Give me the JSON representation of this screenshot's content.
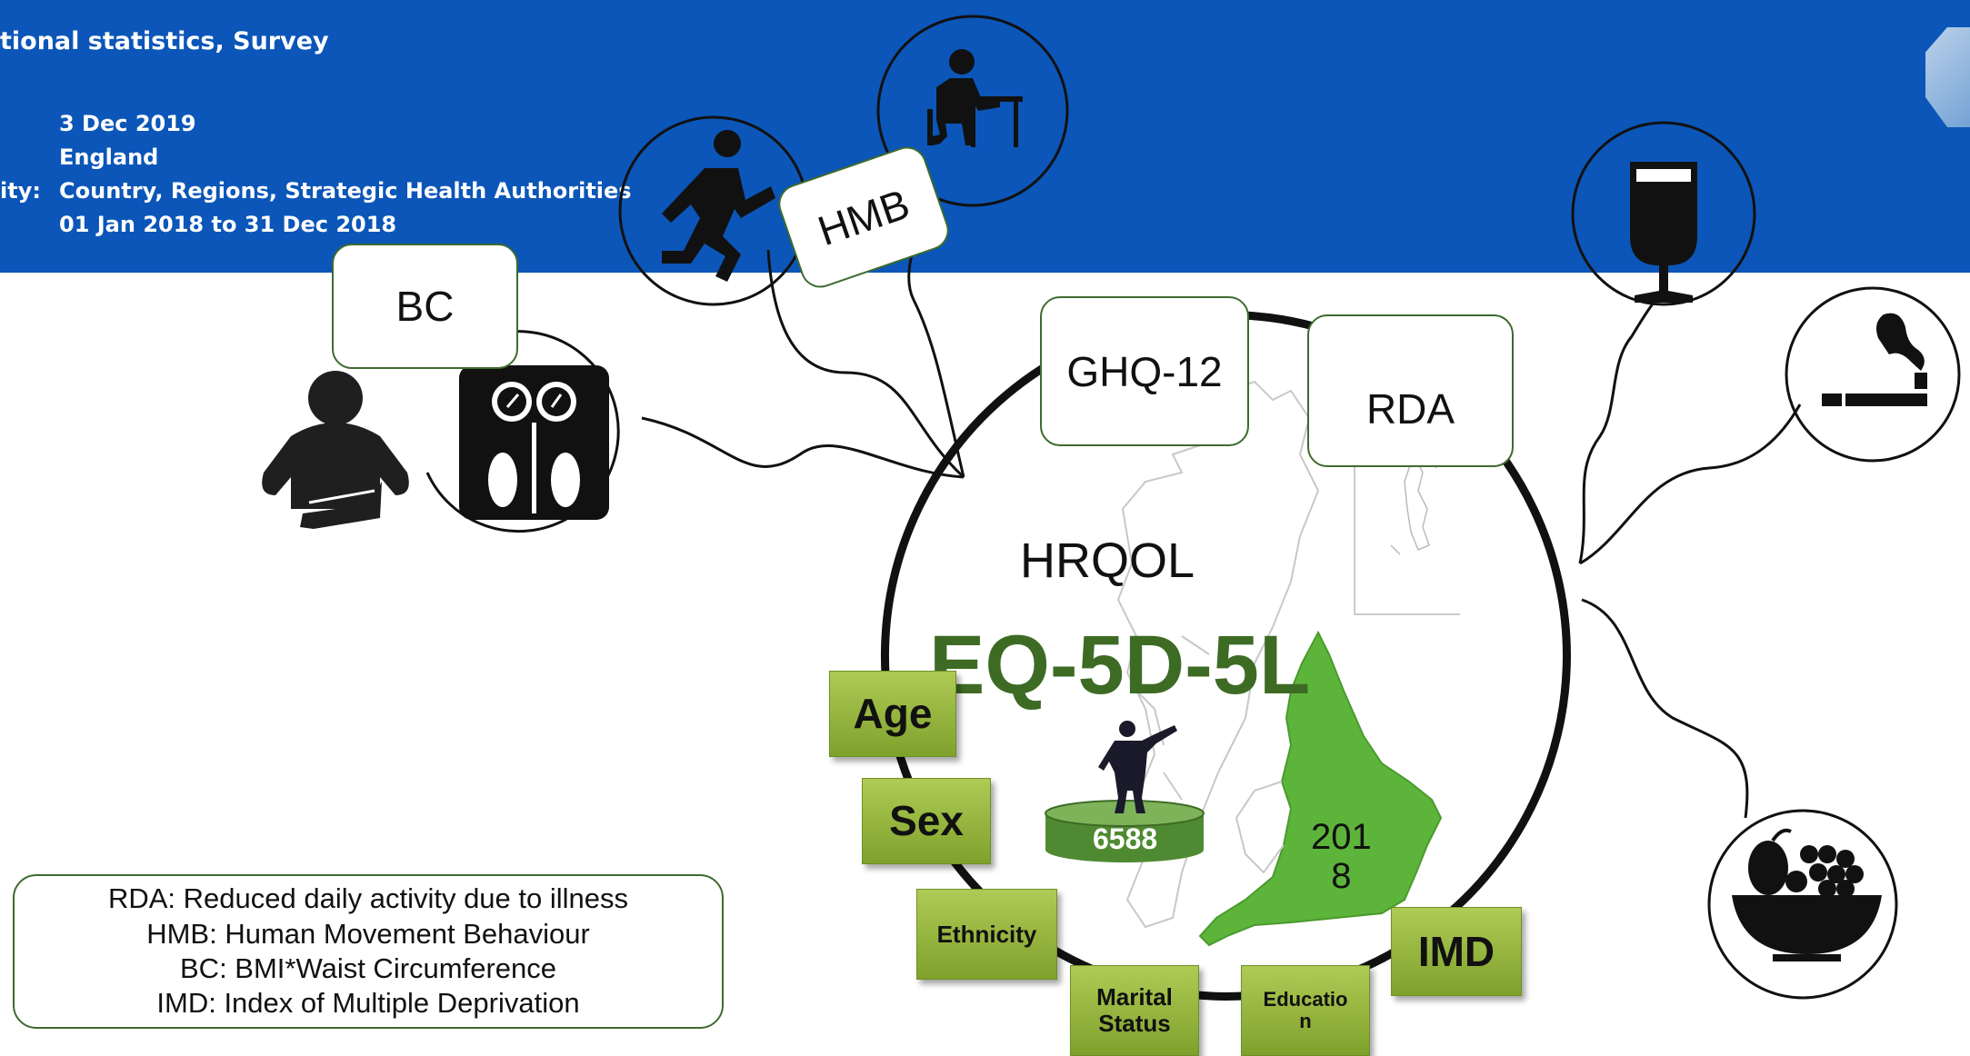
{
  "header": {
    "category": "tional statistics, Survey",
    "date": "3 Dec 2019",
    "area": "England",
    "granularity_label": "ity:",
    "granularity": "Country, Regions, Strategic Health Authorities",
    "period": "01 Jan 2018 to 31 Dec 2018"
  },
  "labels": {
    "bc": "BC",
    "hmb": "HMB",
    "ghq": "GHQ-12",
    "rda": "RDA",
    "hrqol": "HRQOL",
    "eq5d": "EQ-5D-5L",
    "sample": "6588",
    "year": [
      "201",
      "8"
    ]
  },
  "covariates": {
    "age": "Age",
    "sex": "Sex",
    "ethnicity": "Ethnicity",
    "marital": [
      "Marital",
      "Status"
    ],
    "education": [
      "Educatio",
      "n"
    ],
    "imd": "IMD"
  },
  "legend": [
    "RDA: Reduced daily activity due to illness",
    "HMB: Human Movement Behaviour",
    "BC: BMI*Waist Circumference",
    "IMD: Index of Multiple Deprivation"
  ],
  "icons": [
    "running-person-icon",
    "desk-worker-icon",
    "bmi-person-icon",
    "bathroom-scale-icon",
    "wine-glass-icon",
    "cigarette-icon",
    "fruit-bowl-icon",
    "uk-map-icon",
    "pointing-figure-icon"
  ],
  "colors": {
    "banner": "#0b56b8",
    "england_fill": "#5db43a",
    "title_green": "#3d6b24",
    "box_green": "#8fb23a"
  }
}
